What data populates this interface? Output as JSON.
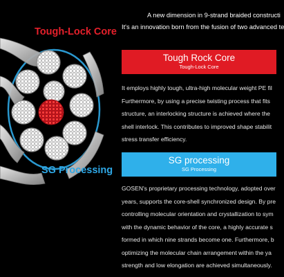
{
  "intro": {
    "line1": "A new dimension in 9-strand braided constructi",
    "line2": "It's an innovation born from the fusion of two advanced te"
  },
  "labels": {
    "core": "Tough-Lock Core",
    "sg": "SG Processing"
  },
  "section1": {
    "title": "Tough Rock Core",
    "subtitle": "Tough-Lock Core",
    "lines": [
      "It employs highly tough, ultra-high molecular weight PE fil",
      "Furthermore, by using a precise twisting process that fits",
      "structure, an interlocking structure is achieved where the",
      "shell interlock. This contributes to improved shape stabilit",
      "stress transfer efficiency."
    ]
  },
  "section2": {
    "title": "SG processing",
    "subtitle": "SG Processing",
    "lines": [
      "GOSEN's proprietary processing technology, adopted over",
      "years, supports the core-shell synchronized design. By pre",
      "controlling molecular orientation and crystallization to sym",
      "with the dynamic behavior of the core, a highly accurate s",
      "formed in which nine strands become one. Furthermore, b",
      "optimizing the molecular chain arrangement within the ya",
      "strength and low elongation are achieved simultaneously."
    ]
  },
  "colors": {
    "red": "#e01b24",
    "blue": "#2fb0ea",
    "background": "#000000"
  }
}
